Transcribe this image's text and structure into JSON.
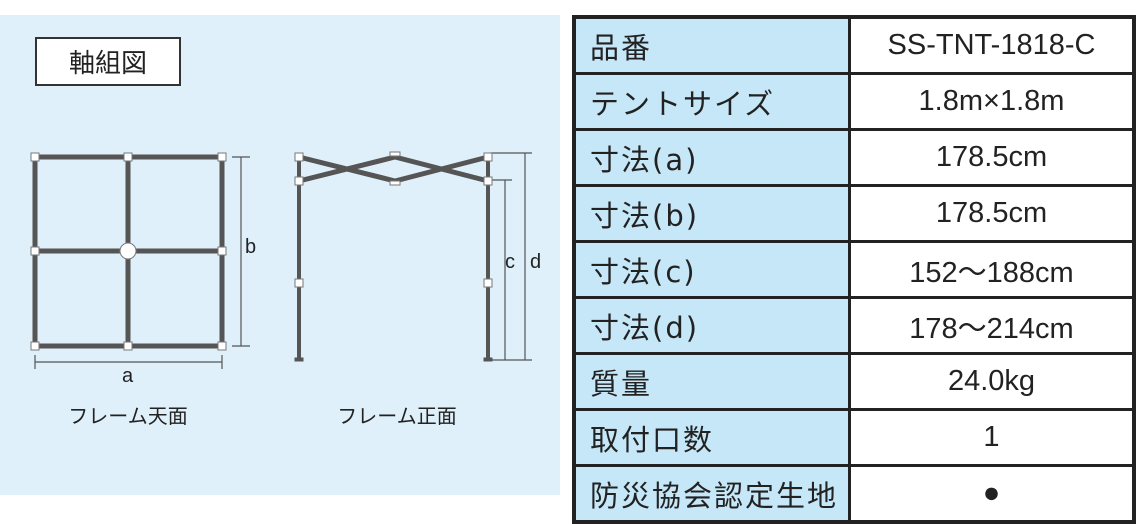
{
  "panel": {
    "title": "軸組図",
    "top_view_caption": "フレーム天面",
    "front_view_caption": "フレーム正面",
    "dimension_labels": {
      "a": "a",
      "b": "b",
      "c": "c",
      "d": "d"
    }
  },
  "spec_table": {
    "rows": [
      {
        "label": "品番",
        "value": "SS-TNT-1818-C"
      },
      {
        "label": "テントサイズ",
        "value": "1.8m×1.8m"
      },
      {
        "label": "寸法(a)",
        "value": "178.5cm"
      },
      {
        "label": "寸法(b)",
        "value": "178.5cm"
      },
      {
        "label": "寸法(c)",
        "value": "152〜188cm"
      },
      {
        "label": "寸法(d)",
        "value": "178〜214cm"
      },
      {
        "label": "質量",
        "value": "24.0kg"
      },
      {
        "label": "取付口数",
        "value": "1"
      },
      {
        "label": "防災協会認定生地",
        "value": "●"
      }
    ]
  },
  "colors": {
    "panel_bg": "#dff0fb",
    "label_bg": "#c6e7f8",
    "frame": "#555555"
  }
}
